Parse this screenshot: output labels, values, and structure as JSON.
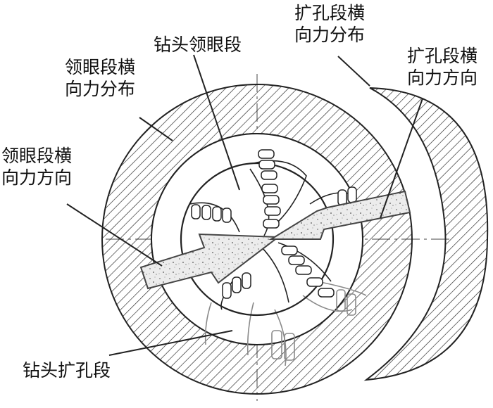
{
  "labels": {
    "bit_pilot": "钻头领眼段",
    "bit_ream": "钻头扩孔段",
    "pilot_dist": [
      "领眼段横",
      "向力分布"
    ],
    "ream_dist": [
      "扩孔段横",
      "向力分布"
    ],
    "pilot_dir": [
      "领眼段横",
      "向力方向"
    ],
    "ream_dir": [
      "扩孔段横",
      "向力方向"
    ]
  },
  "colors": {
    "line": "#222222",
    "gray": "#8a8a8a",
    "arrow_fill": "#e9e9e9",
    "background": "#ffffff"
  }
}
